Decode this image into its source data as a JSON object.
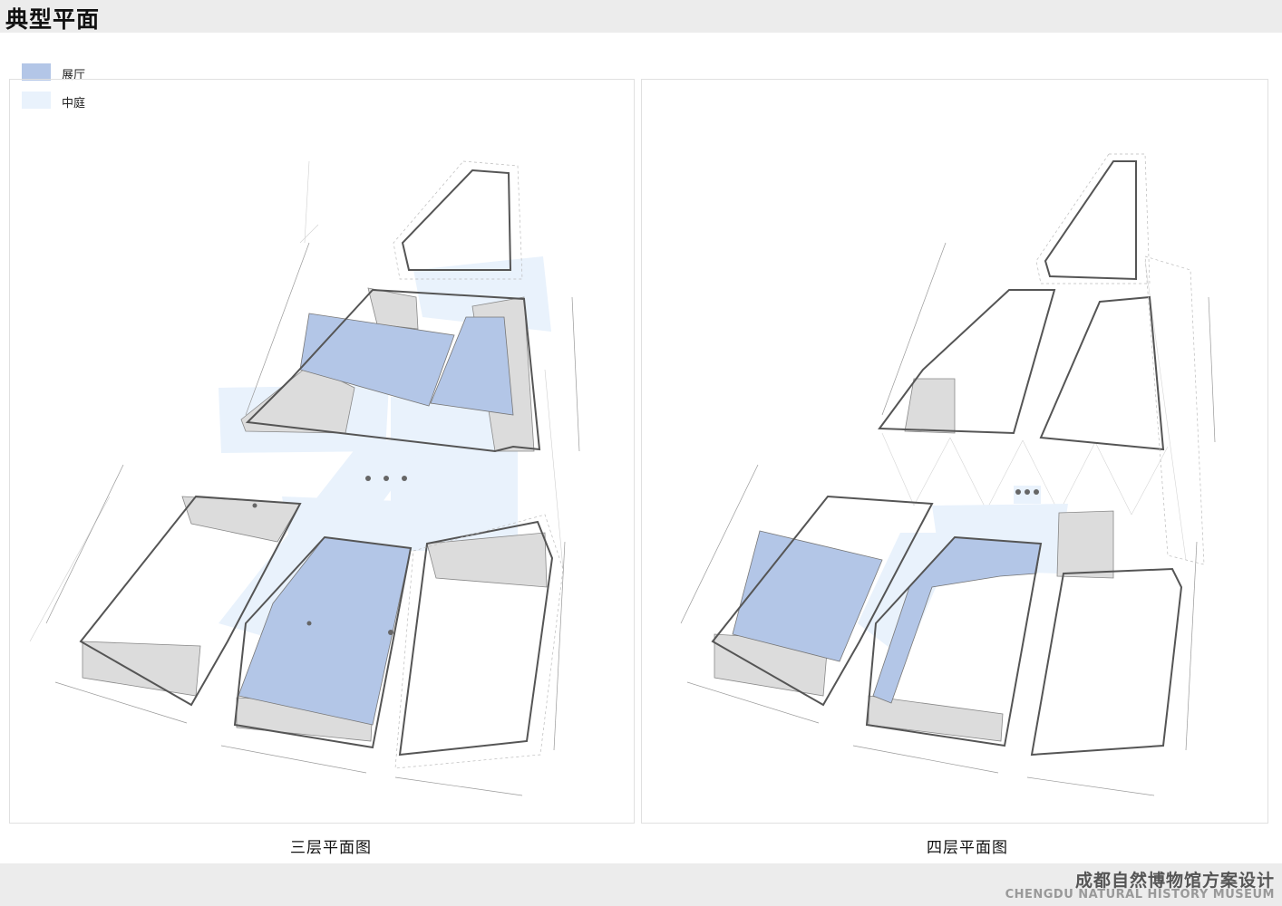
{
  "title": "典型平面",
  "legend": [
    {
      "label": "展厅",
      "color": "#b3c6e7"
    },
    {
      "label": "中庭",
      "color": "#e9f2fc"
    }
  ],
  "plans": [
    {
      "caption": "三层平面图"
    },
    {
      "caption": "四层平面图"
    }
  ],
  "footer": {
    "title_cn": "成都自然博物馆方案设计",
    "title_en": "CHENGDU NATURAL HISTORY  MUSEUM"
  },
  "colors": {
    "gallery": "#b3c6e7",
    "atrium": "#e9f2fc",
    "service": "#dcdcdc",
    "wall": "#555555"
  }
}
